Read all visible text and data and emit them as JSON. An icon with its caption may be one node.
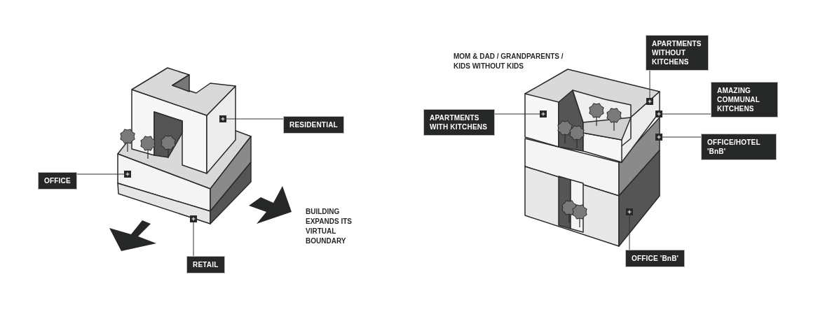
{
  "diagram": {
    "nodes": [
      {
        "text": [
          "RESIDENTIAL"
        ]
      },
      {
        "text": [],
        "shape": "box"
      },
      {
        "text": [
          "OFFICE"
        ]
      },
      {
        "text": [],
        "shape": "box"
      },
      {
        "text": [
          "RETAIL"
        ]
      },
      {
        "text": [],
        "shape": "box"
      },
      {
        "text": [
          "APARTMENTS WITH KITCHENS"
        ]
      },
      {
        "text": [],
        "shape": "box"
      },
      {
        "text": [
          "APARTMENTS WITHOUT KITCHENS"
        ]
      },
      {
        "text": [],
        "shape": "box"
      },
      {
        "text": [
          "AMAZING COMMUNAL KITCHENS"
        ]
      },
      {
        "text": [],
        "shape": "box"
      },
      {
        "text": [
          "OFFICE/HOTEL 'BnB'"
        ]
      },
      {
        "text": [],
        "shape": "box"
      },
      {
        "text": [
          "OFFICE 'BnB'"
        ]
      },
      {
        "text": [],
        "shape": "box"
      }
    ],
    "edges": [
      {
        "from": 0,
        "to": 1,
        "arrow": "none"
      },
      {
        "from": 2,
        "to": 3,
        "arrow": "none"
      },
      {
        "from": 4,
        "to": 5,
        "arrow": "none"
      },
      {
        "from": 6,
        "to": 7,
        "arrow": "none"
      },
      {
        "from": 8,
        "to": 9,
        "arrow": "none"
      },
      {
        "from": 10,
        "to": 11,
        "arrow": "none"
      },
      {
        "from": 12,
        "to": 13,
        "arrow": "none"
      },
      {
        "from": 14,
        "to": 15,
        "arrow": "none"
      }
    ],
    "labels": [
      "MOM & DAD / GRANDPARENTS / KIDS WITHOUT KIDS",
      "BUILDING EXPANDS ITS VIRTUAL BOUNDARY"
    ]
  }
}
